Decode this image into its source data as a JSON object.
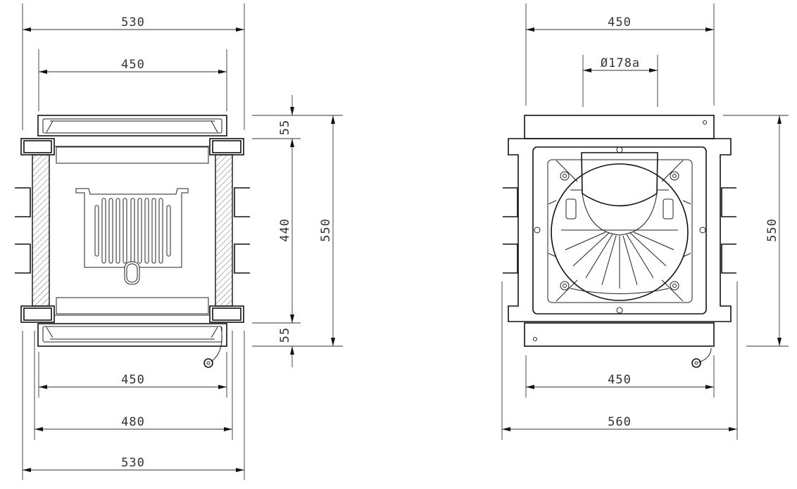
{
  "left_view": {
    "dims": {
      "top_overall": "530",
      "top_inner": "450",
      "right_top_rail": "55",
      "right_body": "440",
      "right_overall": "550",
      "right_bottom_rail": "55",
      "bottom_inner": "450",
      "bottom_mid": "480",
      "bottom_overall": "530"
    }
  },
  "right_view": {
    "dims": {
      "top_width": "450",
      "diameter": "Ø178a",
      "right_overall": "550",
      "bottom_width": "450",
      "bottom_overall": "560"
    }
  },
  "colors": {
    "line": "#111111",
    "background": "#ffffff"
  }
}
